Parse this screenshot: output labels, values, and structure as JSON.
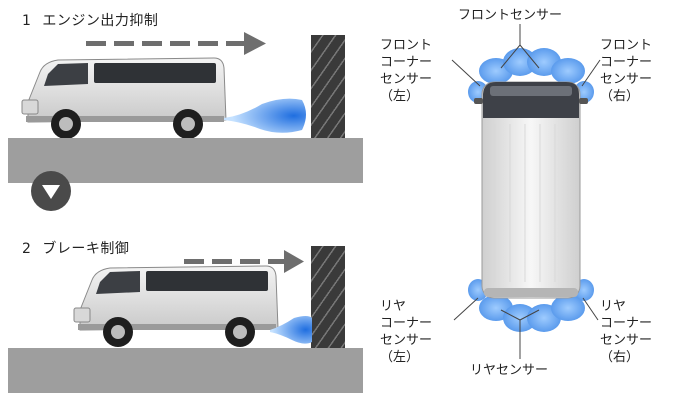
{
  "steps": [
    {
      "number": "1",
      "title": "エンジン出力抑制"
    },
    {
      "number": "2",
      "title": "ブレーキ制御"
    }
  ],
  "sensors": {
    "front": "フロントセンサー",
    "front_corner_left": "フロント\nコーナー\nセンサー\n（左）",
    "front_corner_right": "フロント\nコーナー\nセンサー\n（右）",
    "rear_corner_left": "リヤ\nコーナー\nセンサー\n（左）",
    "rear_corner_right": "リヤ\nコーナー\nセンサー\n（右）",
    "rear": "リヤセンサー"
  },
  "colors": {
    "wall": "#3a3a3a",
    "ground": "#9e9e9e",
    "arrow": "#6e6e6e",
    "sensor_beam": "#4d8fe0",
    "step_marker": "#4a4a4a"
  }
}
